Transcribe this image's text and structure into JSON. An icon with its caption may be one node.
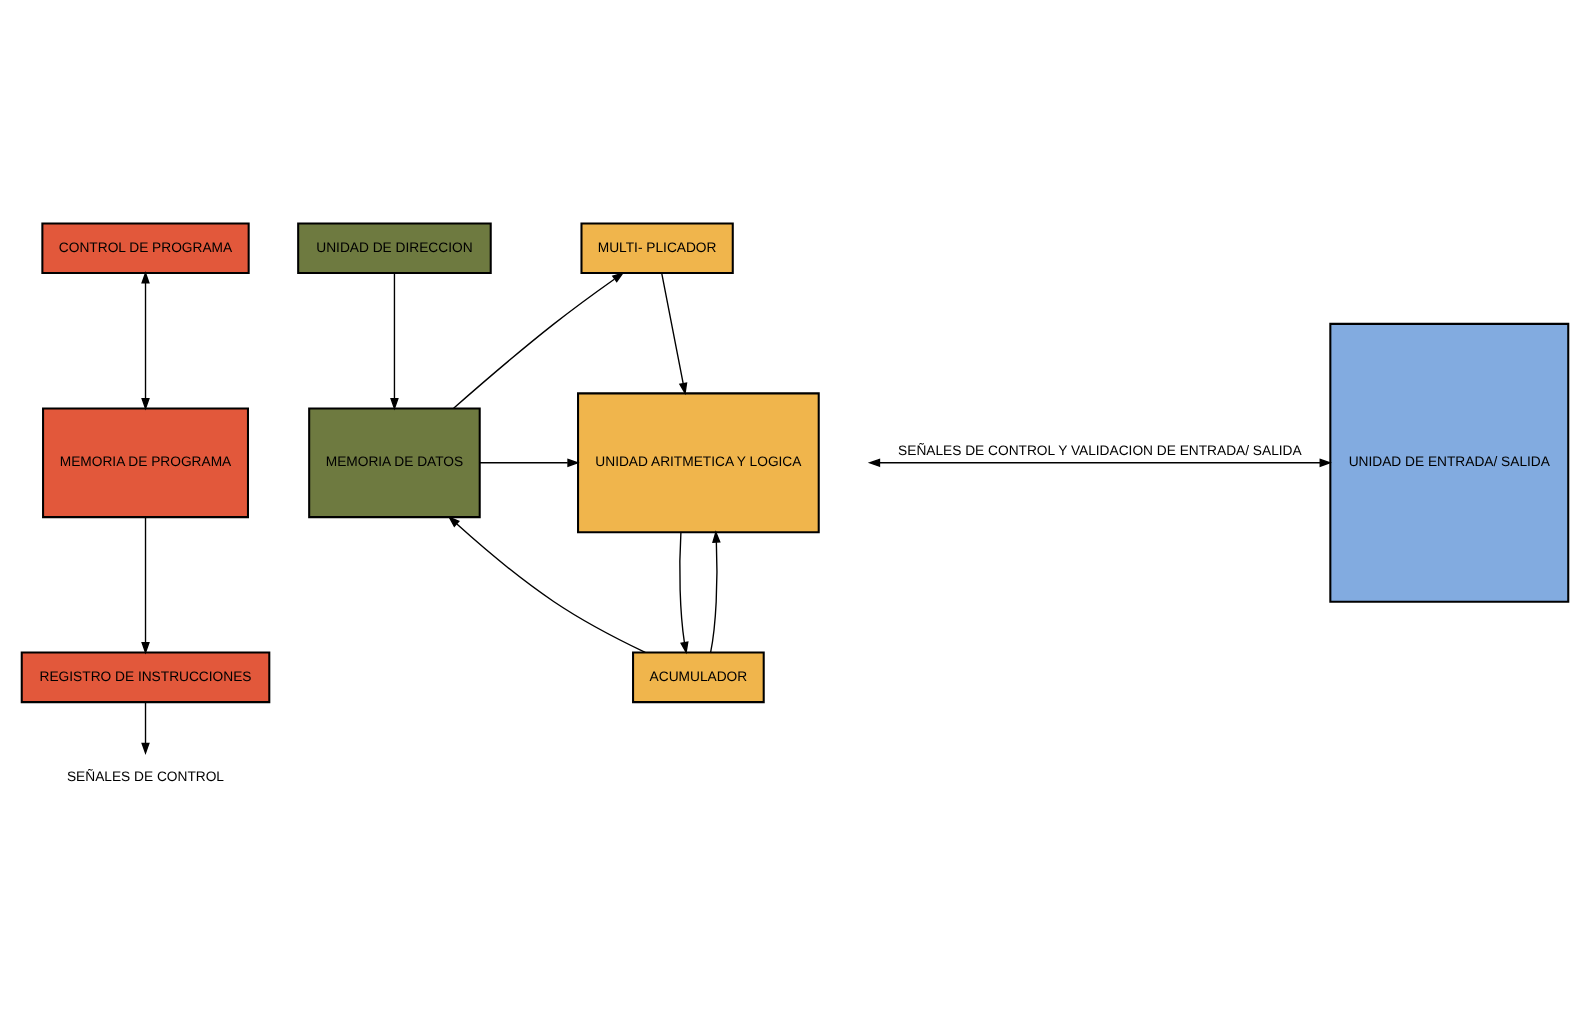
{
  "diagram": {
    "nodes": [
      {
        "text": [
          "CONTROL DE PROGRAMA"
        ]
      },
      {
        "text": [
          "MEMORIA DE PROGRAMA"
        ]
      },
      {
        "text": [
          "REGISTRO DE INSTRUCCIONES"
        ]
      },
      {
        "text": [
          "UNIDAD DE DIRECCION"
        ]
      },
      {
        "text": [
          "MEMORIA DE DATOS"
        ]
      },
      {
        "text": [
          "MULTI- PLICADOR"
        ]
      },
      {
        "text": [
          "UNIDAD ARITMETICA Y LOGICA"
        ]
      },
      {
        "text": [
          "ACUMULADOR"
        ]
      },
      {
        "text": [
          "UNIDAD DE ENTRADA/ SALIDA"
        ]
      },
      {
        "text": [
          "SEÑALES DE CONTROL"
        ]
      }
    ],
    "edges": [
      {
        "from": 0,
        "to": 1,
        "arrow": "both"
      },
      {
        "from": 1,
        "to": 2,
        "arrow": "to"
      },
      {
        "from": 2,
        "to": 9,
        "arrow": "to"
      },
      {
        "from": 3,
        "to": 4,
        "arrow": "to"
      },
      {
        "from": 4,
        "to": 5,
        "arrow": "to"
      },
      {
        "from": 4,
        "to": 6,
        "arrow": "to"
      },
      {
        "from": 5,
        "to": 6,
        "arrow": "to"
      },
      {
        "from": 6,
        "to": 7,
        "arrow": "to"
      },
      {
        "from": 7,
        "to": 6,
        "arrow": "to"
      },
      {
        "from": 7,
        "to": 4,
        "arrow": "to"
      },
      {
        "from": null,
        "to": 8,
        "arrow": "both",
        "label": "SEÑALES DE CONTROL Y VALIDACION DE ENTRADA/ SALIDA"
      }
    ]
  }
}
